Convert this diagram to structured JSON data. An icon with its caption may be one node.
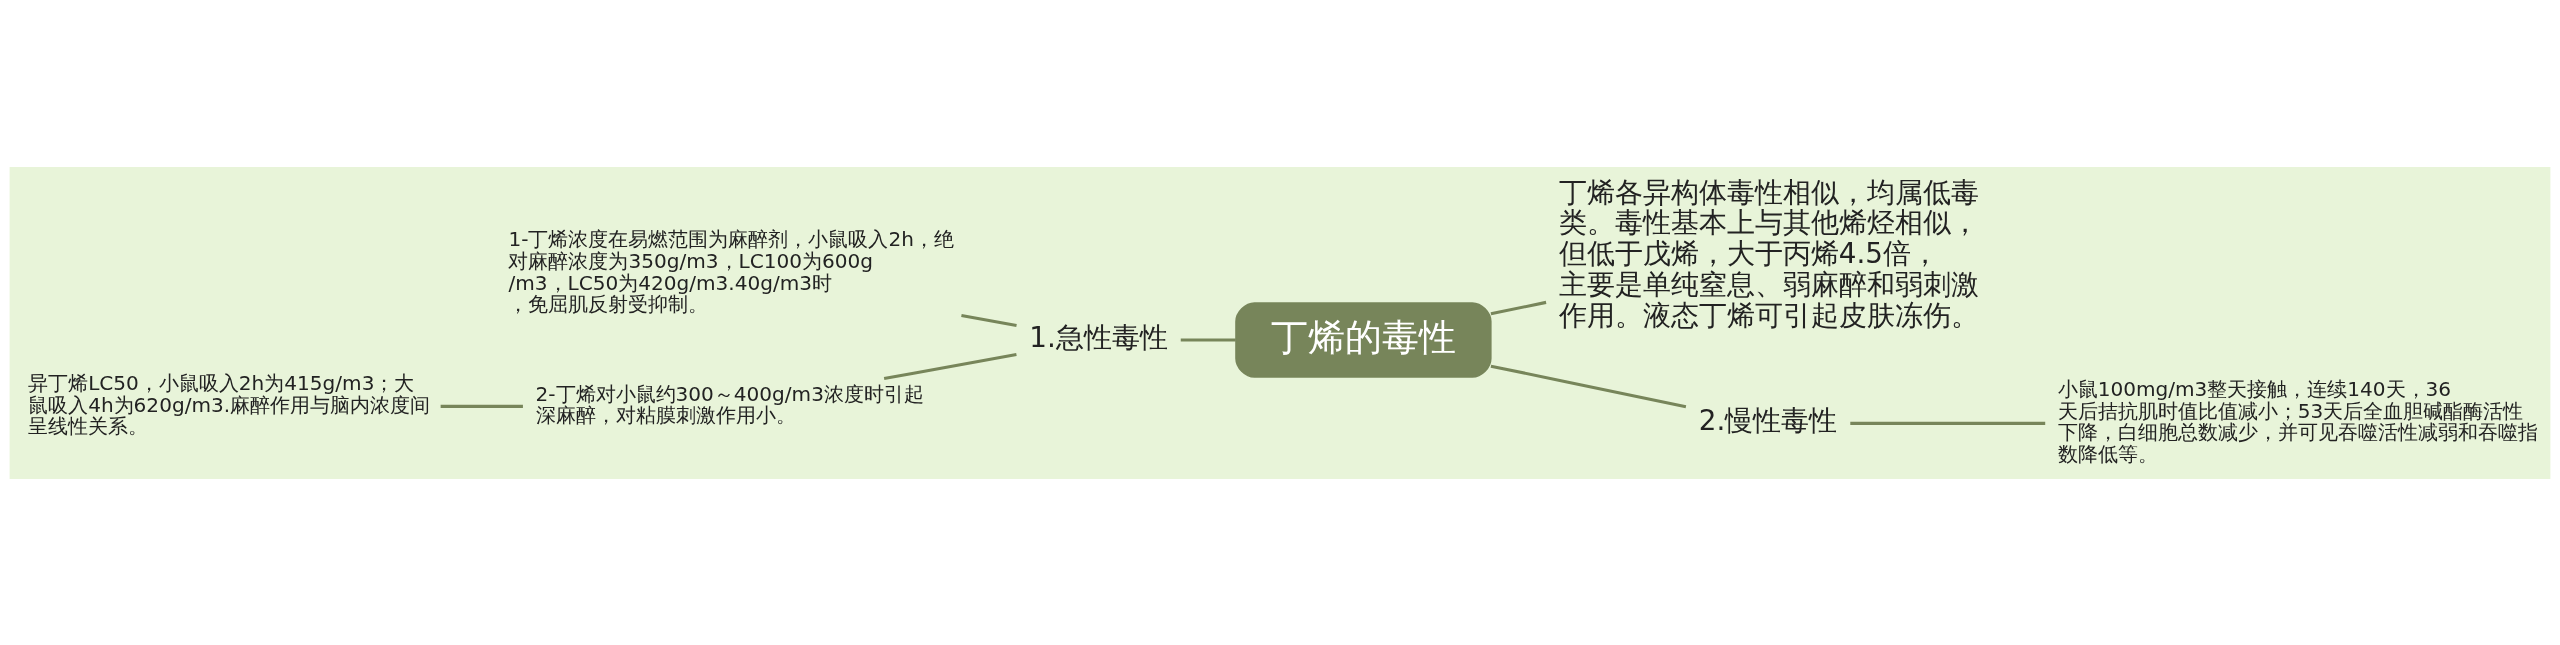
{
  "diagram": {
    "nodes": [
      {
        "text": [
          "丁烯的毒性"
        ]
      },
      {
        "text": [
          "1.急性毒性"
        ]
      },
      {
        "text": [
          "1-丁烯浓度在易燃范围为麻醉剂，小鼠吸入2h，绝对麻醉浓度为350g/m3，LC100为600g/m3，LC50为420g/m3.40g/m3时，免屈肌反射受抑制。"
        ]
      },
      {
        "text": [
          "2-丁烯对小鼠约300～400g/m3浓度时引起深麻醉，对粘膜刺激作用小。"
        ]
      },
      {
        "text": [
          "异丁烯LC50，小鼠吸入2h为415g/m3；大鼠吸入4h为620g/m3.麻醉作用与脑内浓度间呈线性关系。"
        ]
      },
      {
        "text": [
          "丁烯各异构体毒性相似，均属低毒类。毒性基本上与其他烯烃相似，但低于戊烯，大于丙烯4.5倍，主要是单纯窒息、弱麻醉和弱刺激作用。液态丁烯可引起皮肤冻伤。"
        ]
      },
      {
        "text": [
          "2.慢性毒性"
        ]
      },
      {
        "text": [
          "小鼠100mg/m3整天接触，连续140天，36天后拮抗肌时值比值减小；53天后全血胆碱酯酶活性下降，白细胞总数减少，并可见吞噬活性减弱和吞噬指数降低等。"
        ]
      }
    ],
    "edges": [
      {
        "from": 0,
        "to": 1,
        "arrow": "none"
      },
      {
        "from": 1,
        "to": 2,
        "arrow": "none"
      },
      {
        "from": 1,
        "to": 3,
        "arrow": "none"
      },
      {
        "from": 3,
        "to": 4,
        "arrow": "none"
      },
      {
        "from": 0,
        "to": 5,
        "arrow": "none"
      },
      {
        "from": 0,
        "to": 6,
        "arrow": "none"
      },
      {
        "from": 6,
        "to": 7,
        "arrow": "none"
      }
    ]
  }
}
